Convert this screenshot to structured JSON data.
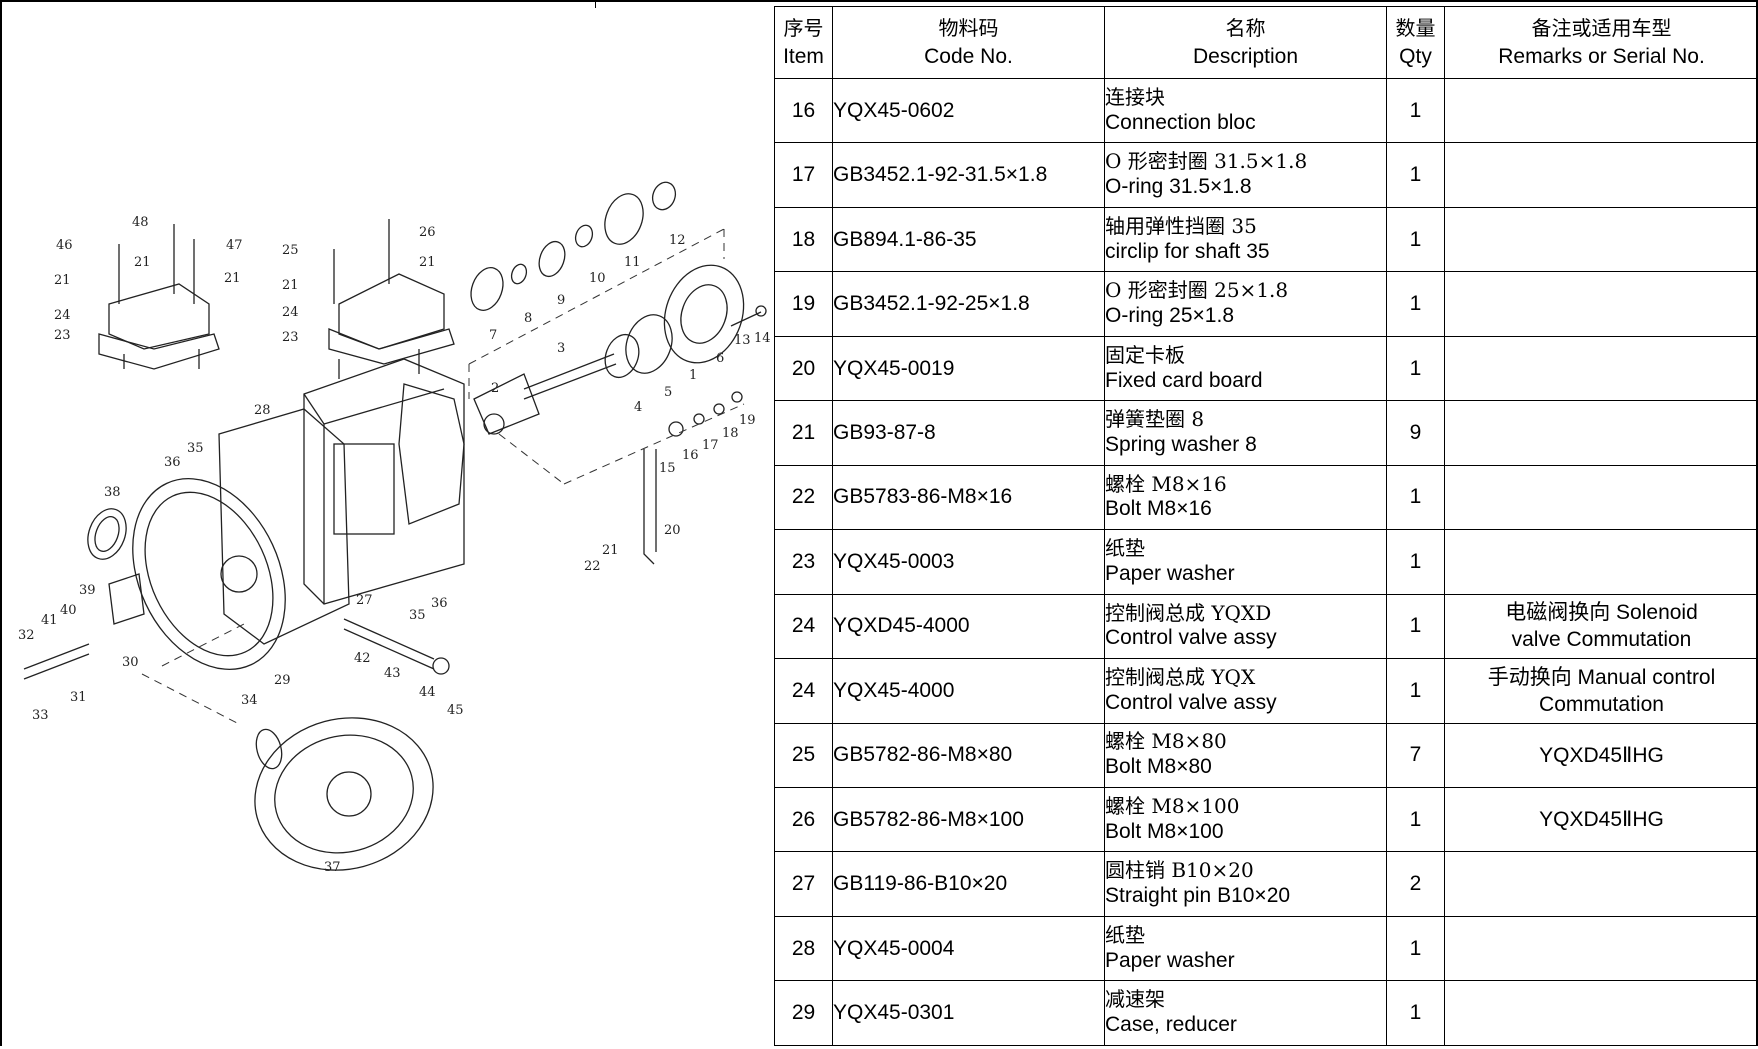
{
  "headers": {
    "item_zh": "序号",
    "item_en": "Item",
    "code_zh": "物料码",
    "code_en": "Code No.",
    "desc_zh": "名称",
    "desc_en": "Description",
    "qty_zh": "数量",
    "qty_en": "Qty",
    "rem_zh": "备注或适用车型",
    "rem_en": "Remarks or Serial No."
  },
  "rows": [
    {
      "item": "16",
      "code": "YQX45-0602",
      "desc_zh": "连接块",
      "desc_en": "Connection bloc",
      "qty": "1",
      "rem1": "",
      "rem2": ""
    },
    {
      "item": "17",
      "code": "GB3452.1-92-31.5×1.8",
      "desc_zh": "O 形密封圈 31.5×1.8",
      "desc_en": "O-ring 31.5×1.8",
      "qty": "1",
      "rem1": "",
      "rem2": ""
    },
    {
      "item": "18",
      "code": "GB894.1-86-35",
      "desc_zh": "轴用弹性挡圈 35",
      "desc_en": "circlip for shaft 35",
      "qty": "1",
      "rem1": "",
      "rem2": ""
    },
    {
      "item": "19",
      "code": "GB3452.1-92-25×1.8",
      "desc_zh": "O 形密封圈 25×1.8",
      "desc_en": "O-ring 25×1.8",
      "qty": "1",
      "rem1": "",
      "rem2": ""
    },
    {
      "item": "20",
      "code": "YQX45-0019",
      "desc_zh": "固定卡板",
      "desc_en": "Fixed card board",
      "qty": "1",
      "rem1": "",
      "rem2": ""
    },
    {
      "item": "21",
      "code": "GB93-87-8",
      "desc_zh": "弹簧垫圈 8",
      "desc_en": "Spring washer 8",
      "qty": "9",
      "rem1": "",
      "rem2": ""
    },
    {
      "item": "22",
      "code": "GB5783-86-M8×16",
      "desc_zh": "螺栓 M8×16",
      "desc_en": "Bolt M8×16",
      "qty": "1",
      "rem1": "",
      "rem2": ""
    },
    {
      "item": "23",
      "code": "YQX45-0003",
      "desc_zh": "纸垫",
      "desc_en": "Paper washer",
      "qty": "1",
      "rem1": "",
      "rem2": ""
    },
    {
      "item": "24",
      "code": "YQXD45-4000",
      "desc_zh": "控制阀总成 YQXD",
      "desc_en": "Control valve assy",
      "qty": "1",
      "rem1": "电磁阀换向 Solenoid",
      "rem2": "valve Commutation"
    },
    {
      "item": "24",
      "code": "YQX45-4000",
      "desc_zh": "控制阀总成 YQX",
      "desc_en": "Control valve assy",
      "qty": "1",
      "rem1": "手动换向 Manual control",
      "rem2": "Commutation"
    },
    {
      "item": "25",
      "code": "GB5782-86-M8×80",
      "desc_zh": "螺栓 M8×80",
      "desc_en": "Bolt M8×80",
      "qty": "7",
      "rem1": "YQXD45ⅡHG",
      "rem2": ""
    },
    {
      "item": "26",
      "code": "GB5782-86-M8×100",
      "desc_zh": "螺栓 M8×100",
      "desc_en": "Bolt M8×100",
      "qty": "1",
      "rem1": "YQXD45ⅡHG",
      "rem2": ""
    },
    {
      "item": "27",
      "code": "GB119-86-B10×20",
      "desc_zh": "圆柱销 B10×20",
      "desc_en": "Straight pin B10×20",
      "qty": "2",
      "rem1": "",
      "rem2": ""
    },
    {
      "item": "28",
      "code": "YQX45-0004",
      "desc_zh": "纸垫",
      "desc_en": "Paper washer",
      "qty": "1",
      "rem1": "",
      "rem2": ""
    },
    {
      "item": "29",
      "code": "YQX45-0301",
      "desc_zh": "减速架",
      "desc_en": "Case, reducer",
      "qty": "1",
      "rem1": "",
      "rem2": ""
    }
  ],
  "diagram": {
    "callouts": [
      "1",
      "2",
      "3",
      "4",
      "5",
      "6",
      "7",
      "8",
      "9",
      "10",
      "11",
      "12",
      "13",
      "14",
      "15",
      "16",
      "17",
      "18",
      "19",
      "20",
      "21",
      "22",
      "23",
      "24",
      "25",
      "26",
      "27",
      "28",
      "29",
      "30",
      "31",
      "32",
      "33",
      "34",
      "35",
      "36",
      "37",
      "38",
      "39",
      "40",
      "41",
      "42",
      "43",
      "44",
      "45",
      "46",
      "47",
      "48"
    ]
  }
}
